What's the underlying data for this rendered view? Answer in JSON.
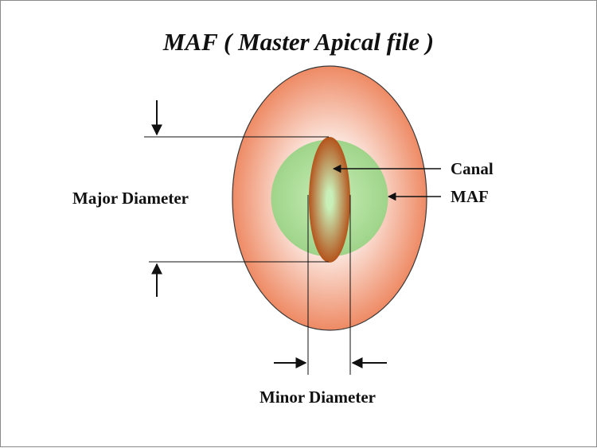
{
  "title": "MAF ( Master Apical file )",
  "labels": {
    "major_diameter": "Major Diameter",
    "minor_diameter": "Minor Diameter",
    "canal": "Canal",
    "maf": "MAF"
  },
  "colors": {
    "root_outer": "#ee8a64",
    "root_inner": "#ffffff",
    "maf_fill": "#9fd48a",
    "canal_edge": "#b4541c",
    "canal_core": "#c9efb8",
    "line": "#111111"
  }
}
